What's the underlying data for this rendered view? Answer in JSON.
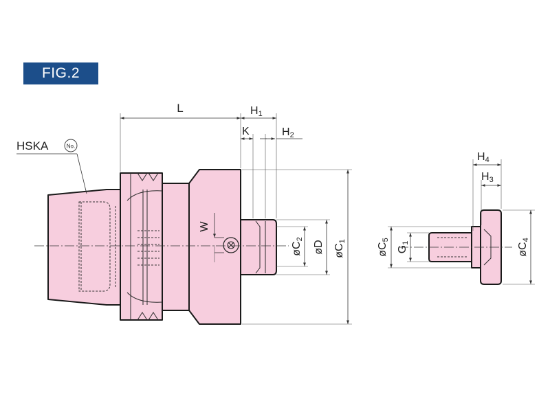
{
  "figure": {
    "badge": "FIG.2",
    "badge_color": "#1c4e8a",
    "body_color": "#f7cede"
  },
  "labels": {
    "hska": "HSKA",
    "no_mark": "No.",
    "L": "L",
    "H1": "H",
    "H1_sub": "1",
    "K": "K",
    "H2": "H",
    "H2_sub": "2",
    "W": "W",
    "C2": "øC",
    "C2_sub": "2",
    "D": "øD",
    "C1": "øC",
    "C1_sub": "1",
    "H4": "H",
    "H4_sub": "4",
    "H3": "H",
    "H3_sub": "3",
    "C5": "øC",
    "C5_sub": "5",
    "G1": "G",
    "G1_sub": "1",
    "C4": "øC",
    "C4_sub": "4"
  }
}
